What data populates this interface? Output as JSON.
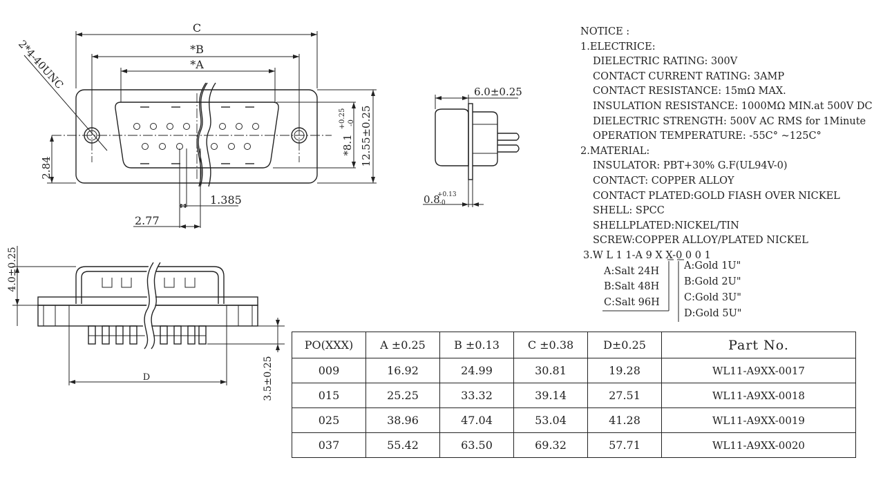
{
  "drawing": {
    "dim_c": "C",
    "dim_b": "*B",
    "dim_a": "*A",
    "screw": "2*4-40UNC",
    "dim_height": "12.55±0.25",
    "dim_inner_height": "*8.1",
    "dim_inner_tol_plus": "+0.25",
    "dim_inner_tol_minus": "-0",
    "dim_offset": "2.84",
    "dim_pitch": "1.385",
    "dim_pitch2": "2.77",
    "dim_depth": "6.0±0.25",
    "dim_thick": "0.8",
    "dim_thick_tol_plus": "+0.13",
    "dim_thick_tol_minus": "-0",
    "dim_shell_height": "4.0±0.25",
    "dim_pin_length": "3.5±0.25",
    "dim_d": "D"
  },
  "notice": {
    "title": "NOTICE :",
    "s1_title": "1.ELECTRICE:",
    "s1_lines": [
      "DIELECTRIC RATING: 300V",
      "CONTACT CURRENT RATING: 3AMP",
      "CONTACT RESISTANCE: 15mΩ MAX.",
      "INSULATION RESISTANCE: 1000MΩ MIN.at 500V DC",
      "DIELECTRIC STRENGTH: 500V AC RMS for 1Minute",
      "OPERATION TEMPERATURE: -55C° ~125C°"
    ],
    "s2_title": "2.MATERIAL:",
    "s2_lines": [
      "INSULATOR: PBT+30% G.F(UL94V-0)",
      "CONTACT: COPPER ALLOY",
      "CONTACT PLATED:GOLD FIASH OVER NICKEL",
      "SHELL: SPCC",
      "SHELLPLATED:NICKEL/TIN",
      "SCREW:COPPER ALLOY/PLATED NICKEL"
    ],
    "s3_code": "3.W L 1 1-A 9 X X-0 0 0 1",
    "salt": [
      "A:Salt 24H",
      "B:Salt 48H",
      "C:Salt 96H"
    ],
    "gold": [
      "A:Gold 1U\"",
      "B:Gold 2U\"",
      "C:Gold 3U\"",
      "D:Gold 5U\""
    ]
  },
  "table": {
    "headers": [
      "PO(XXX)",
      "A ±0.25",
      "B ±0.13",
      "C ±0.38",
      "D±0.25",
      "Part   No."
    ],
    "rows": [
      [
        "009",
        "16.92",
        "24.99",
        "30.81",
        "19.28",
        "WL11-A9XX-0017"
      ],
      [
        "015",
        "25.25",
        "33.32",
        "39.14",
        "27.51",
        "WL11-A9XX-0018"
      ],
      [
        "025",
        "38.96",
        "47.04",
        "53.04",
        "41.28",
        "WL11-A9XX-0019"
      ],
      [
        "037",
        "55.42",
        "63.50",
        "69.32",
        "57.71",
        "WL11-A9XX-0020"
      ]
    ]
  }
}
